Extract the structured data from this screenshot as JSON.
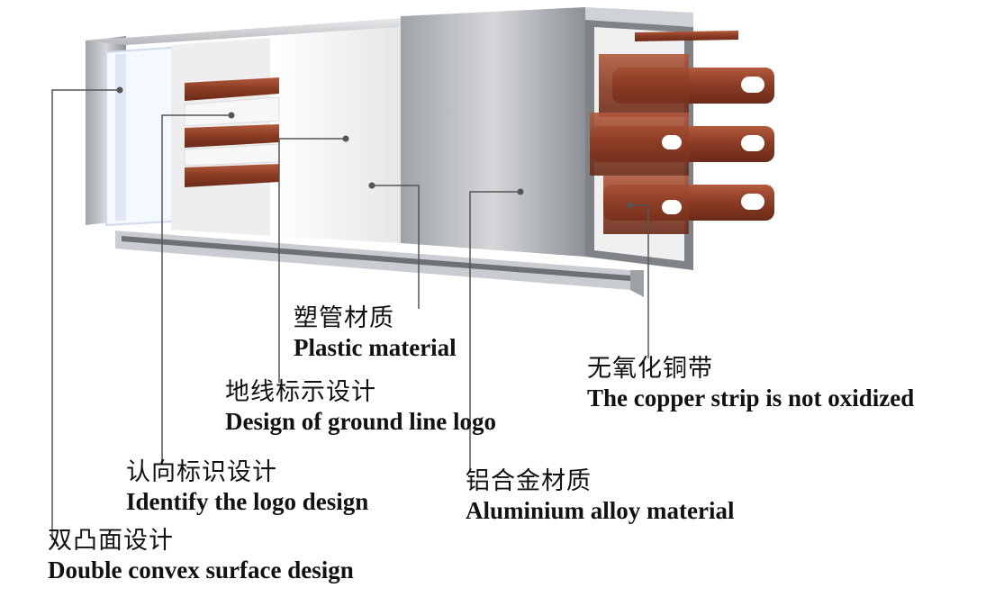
{
  "labels": {
    "plastic": {
      "zh": "塑管材质",
      "en": "Plastic material"
    },
    "ground": {
      "zh": "地线标示设计",
      "en": "Design of ground line logo"
    },
    "copper": {
      "zh": "无氧化铜带",
      "en": "The copper strip is not oxidized"
    },
    "identify": {
      "zh": "认向标识设计",
      "en": "Identify the logo design"
    },
    "aluminium": {
      "zh": "铝合金材质",
      "en": "Aluminium alloy material"
    },
    "convex": {
      "zh": "双凸面设计",
      "en": "Double convex surface design"
    }
  },
  "colors": {
    "copper": "#8a3b24",
    "aluminium": "#b9bcc0",
    "plastic": "#f2f2f2",
    "leader_line": "#555555"
  }
}
